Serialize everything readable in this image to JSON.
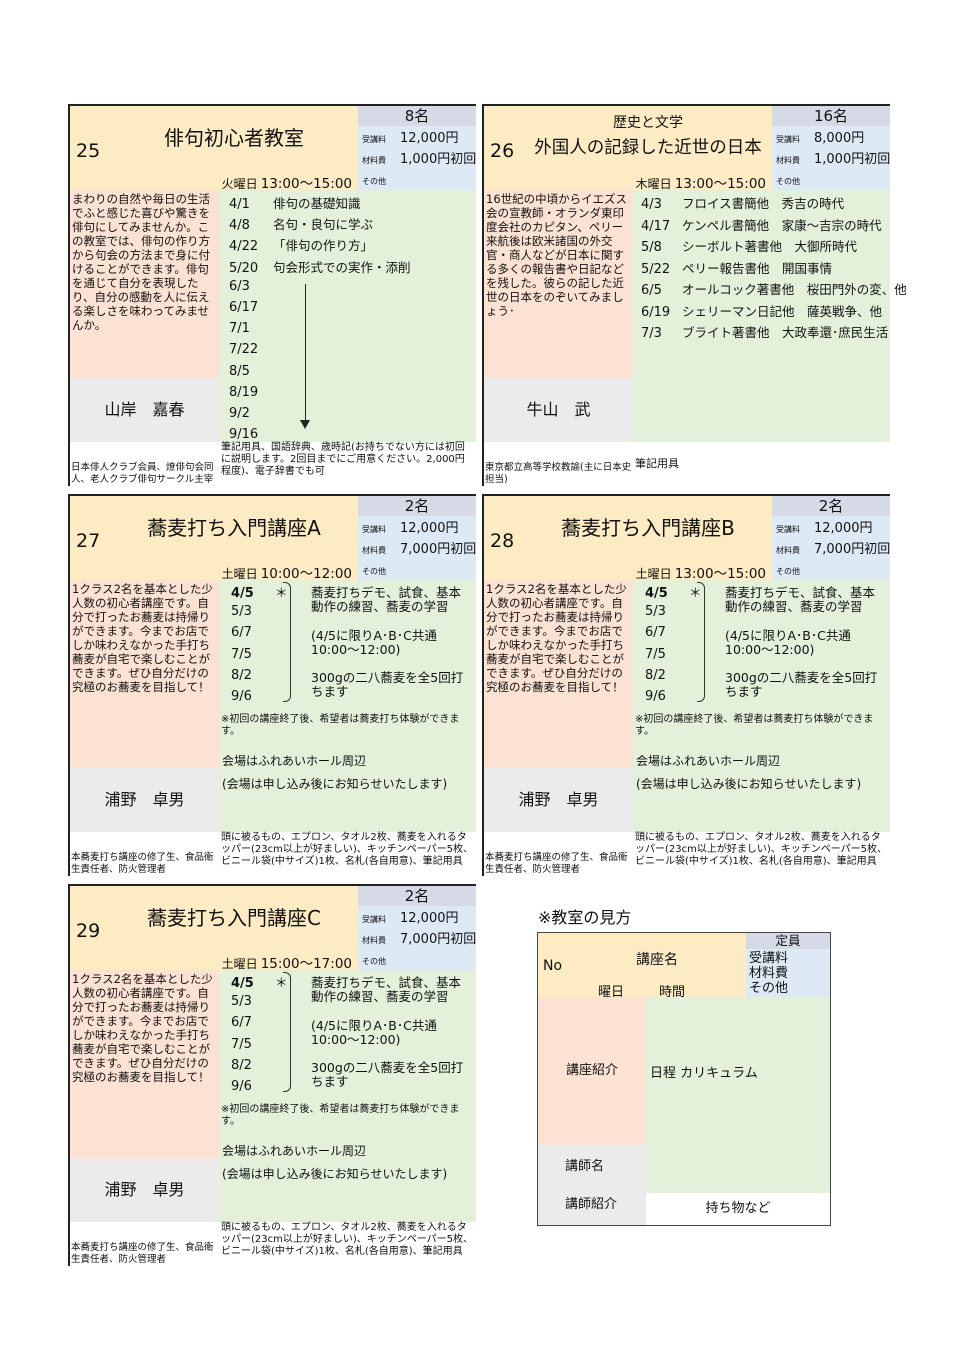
{
  "courses": [
    {
      "no": "25",
      "title": "俳句初心者教室",
      "subtitle": "",
      "capacity": "8名",
      "fee_label": "受講料",
      "fee": "12,000円",
      "material_label": "材料費",
      "material": "1,000円初回",
      "other_label": "その他",
      "day": "火曜日",
      "time": "13:00～15:00",
      "intro": "まわりの自然や毎日の生活でふと感じた喜びや驚きを俳句にしてみませんか。この教室では、俳句の作り方から句会の方法まで身に付けることができます。俳句を通じて自分を表現したり、自分の感動を人に伝える楽しさを味わってみませんか。",
      "teacher": "山岸　嘉春",
      "teacher_info": "日本俳人クラブ会員、燎俳句会同人、老人クラブ俳句サークル主宰",
      "items": "筆記用具、国語辞典、歳時記(お持ちでない方には初回に説明します。2回目までにご用意ください。2,000円程度)、電子辞書でも可",
      "schedule": [
        {
          "date": "4/1",
          "topic": "俳句の基礎知識"
        },
        {
          "date": "4/8",
          "topic": "名句・良句に学ぶ"
        },
        {
          "date": "4/22",
          "topic": "「俳句の作り方」"
        },
        {
          "date": "5/20",
          "topic": "句会形式での実作・添削"
        },
        {
          "date": "6/3",
          "topic": ""
        },
        {
          "date": "6/17",
          "topic": ""
        },
        {
          "date": "7/1",
          "topic": ""
        },
        {
          "date": "7/22",
          "topic": ""
        },
        {
          "date": "8/5",
          "topic": ""
        },
        {
          "date": "8/19",
          "topic": ""
        },
        {
          "date": "9/2",
          "topic": ""
        },
        {
          "date": "9/16",
          "topic": ""
        }
      ]
    },
    {
      "no": "26",
      "title": "外国人の記録した近世の日本",
      "subtitle": "歴史と文学",
      "capacity": "16名",
      "fee_label": "受講料",
      "fee": "8,000円",
      "material_label": "材料費",
      "material": "1,000円初回",
      "other_label": "その他",
      "day": "木曜日",
      "time": "13:00～15:00",
      "intro": "16世紀の中頃からイエズス会の宣教師・オランダ東印度会社のカピタン、ペリー来航後は欧米諸国の外交官・商人などが日本に関する多くの報告書や日記などを残した。彼らの記した近世の日本をのぞいてみましょう･",
      "teacher": "牛山　武",
      "teacher_info": "東京都立高等学校教諭(主に日本史担当)",
      "items": "筆記用具",
      "schedule": [
        {
          "date": "4/3",
          "topic": "フロイス書簡他　秀吉の時代"
        },
        {
          "date": "4/17",
          "topic": "ケンペル書簡他　家康～吉宗の時代"
        },
        {
          "date": "5/8",
          "topic": "シーボルト著書他　大御所時代"
        },
        {
          "date": "5/22",
          "topic": "ペリー報告書他　開国事情"
        },
        {
          "date": "6/5",
          "topic": "オールコック著書他　桜田門外の変、他"
        },
        {
          "date": "6/19",
          "topic": "シェリーマン日記他　薩英戦争、他"
        },
        {
          "date": "7/3",
          "topic": "ブライト著書他　大政奉還･庶民生活"
        }
      ]
    },
    {
      "no": "27",
      "title": "蕎麦打ち入門講座A",
      "subtitle": "",
      "capacity": "2名",
      "fee_label": "受講料",
      "fee": "12,000円",
      "material_label": "材料費",
      "material": "7,000円初回",
      "other_label": "その他",
      "day": "土曜日",
      "time": "10:00～12:00",
      "intro": "1クラス2名を基本とした少人数の初心者講座です。自分で打ったお蕎麦は持帰りができます。今までお店でしか味わえなかった手打ち蕎麦が自宅で楽しむことができます。ぜひ自分だけの究極のお蕎麦を目指して！",
      "teacher": "浦野　卓男",
      "teacher_info": "本蕎麦打ち講座の修了生、食品衛生責任者、防火管理者",
      "items": "頭に被るもの、エプロン、タオル2枚、蕎麦を入れるタッパー(23cm以上が好ましい)、キッチンペーパー5枚、ビニール袋(中サイズ)1枚、名札(各自用意)、筆記用具",
      "dates": [
        "4/5",
        "5/3",
        "6/7",
        "7/5",
        "8/2",
        "9/6"
      ],
      "star": "＊",
      "desc1": "蕎麦打ちデモ、試食、基本動作の練習、蕎麦の学習",
      "desc2": "(4/5に限りA･B･C共通　10:00～12:00)",
      "desc3": "300gの二八蕎麦を全5回打ちます",
      "note": "※初回の講座終了後、希望者は蕎麦打ち体験ができます。",
      "venue": "会場はふれあいホール周辺",
      "venue2": "(会場は申し込み後にお知らせいたします)"
    },
    {
      "no": "28",
      "title": "蕎麦打ち入門講座B",
      "subtitle": "",
      "capacity": "2名",
      "fee_label": "受講料",
      "fee": "12,000円",
      "material_label": "材料費",
      "material": "7,000円初回",
      "other_label": "その他",
      "day": "土曜日",
      "time": "13:00～15:00",
      "intro": "1クラス2名を基本とした少人数の初心者講座です。自分で打ったお蕎麦は持帰りができます。今までお店でしか味わえなかった手打ち蕎麦が自宅で楽しむことができます。ぜひ自分だけの究極のお蕎麦を目指して！",
      "teacher": "浦野　卓男",
      "teacher_info": "本蕎麦打ち講座の修了生、食品衛生責任者、防火管理者",
      "items": "頭に被るもの、エプロン、タオル2枚、蕎麦を入れるタッパー(23cm以上が好ましい)、キッチンペーパー5枚、ビニール袋(中サイズ)1枚、名札(各自用意)、筆記用具",
      "dates": [
        "4/5",
        "5/3",
        "6/7",
        "7/5",
        "8/2",
        "9/6"
      ],
      "star": "＊",
      "desc1": "蕎麦打ちデモ、試食、基本動作の練習、蕎麦の学習",
      "desc2": "(4/5に限りA･B･C共通　10:00～12:00)",
      "desc3": "300gの二八蕎麦を全5回打ちます",
      "note": "※初回の講座終了後、希望者は蕎麦打ち体験ができます。",
      "venue": "会場はふれあいホール周辺",
      "venue2": "(会場は申し込み後にお知らせいたします)"
    },
    {
      "no": "29",
      "title": "蕎麦打ち入門講座C",
      "subtitle": "",
      "capacity": "2名",
      "fee_label": "受講料",
      "fee": "12,000円",
      "material_label": "材料費",
      "material": "7,000円初回",
      "other_label": "その他",
      "day": "土曜日",
      "time": "15:00～17:00",
      "intro": "1クラス2名を基本とした少人数の初心者講座です。自分で打ったお蕎麦は持帰りができます。今までお店でしか味わえなかった手打ち蕎麦が自宅で楽しむことができます。ぜひ自分だけの究極のお蕎麦を目指して！",
      "teacher": "浦野　卓男",
      "teacher_info": "本蕎麦打ち講座の修了生、食品衛生責任者、防火管理者",
      "items": "頭に被るもの、エプロン、タオル2枚、蕎麦を入れるタッパー(23cm以上が好ましい)、キッチンペーパー5枚、ビニール袋(中サイズ)1枚、名札(各自用意)、筆記用具",
      "dates": [
        "4/5",
        "5/3",
        "6/7",
        "7/5",
        "8/2",
        "9/6"
      ],
      "star": "＊",
      "desc1": "蕎麦打ちデモ、試食、基本動作の練習、蕎麦の学習",
      "desc2": "(4/5に限りA･B･C共通　10:00～12:00)",
      "desc3": "300gの二八蕎麦を全5回打ちます",
      "note": "※初回の講座終了後、希望者は蕎麦打ち体験ができます。",
      "venue": "会場はふれあいホール周辺",
      "venue2": "(会場は申し込み後にお知らせいたします)"
    }
  ],
  "legend": {
    "title": "※教室の見方",
    "no": "No",
    "course_name": "講座名",
    "day": "曜日",
    "time": "時間",
    "capacity": "定員",
    "fee": "受講料",
    "material": "材料費",
    "other": "その他",
    "intro": "講座紹介",
    "schedule": "日程 カリキュラム",
    "teacher": "講師名",
    "teacher_info": "講師紹介",
    "items": "持ち物など"
  },
  "colors": {
    "header": "#fdebc4",
    "capacity": "#d5dae6",
    "fees": "#dde9f5",
    "intro": "#fbe2d2",
    "schedule": "#e3f1db",
    "teacher": "#ebebeb"
  }
}
